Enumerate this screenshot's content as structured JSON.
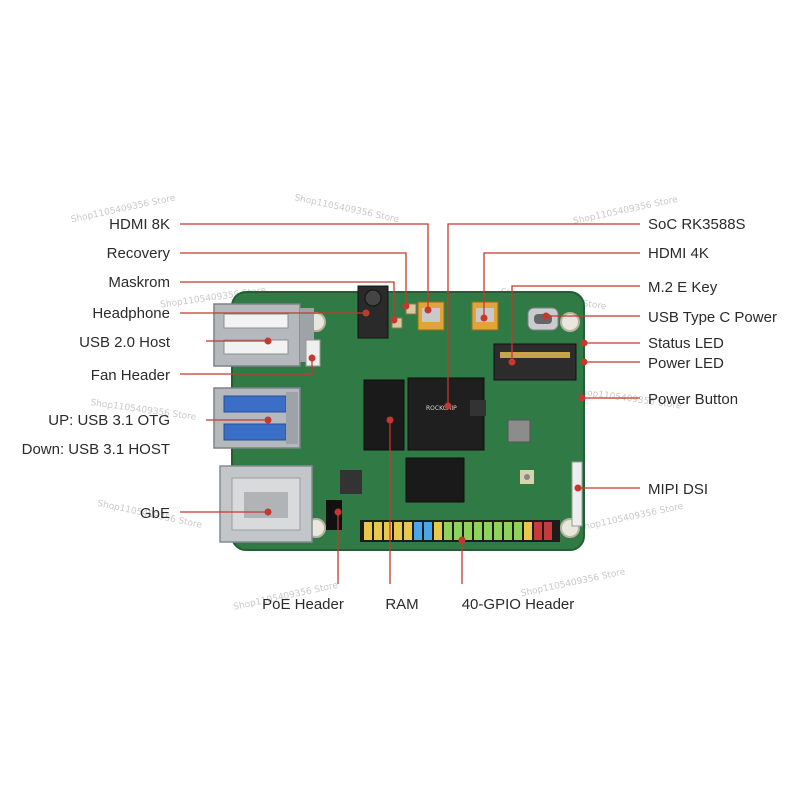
{
  "labels": {
    "hdmi_8k": "HDMI 8K",
    "recovery": "Recovery",
    "maskrom": "Maskrom",
    "headphone": "Headphone",
    "usb20_host": "USB 2.0 Host",
    "fan_header": "Fan Header",
    "usb31_otg": "UP: USB 3.1 OTG",
    "usb31_host": "Down: USB 3.1 HOST",
    "gbe": "GbE",
    "soc": "SoC RK3588S",
    "hdmi_4k": "HDMI 4K",
    "m2_ekey": "M.2 E Key",
    "usb_c_power": "USB Type C Power",
    "status_led": "Status LED",
    "power_led": "Power LED",
    "power_button": "Power Button",
    "mipi_dsi": "MIPI DSI",
    "poe_header": "PoE Header",
    "ram": "RAM",
    "gpio_header": "40-GPIO Header"
  },
  "chip_marking": "ROCKCHIP",
  "watermark": "Shop1105409356 Store",
  "colors": {
    "pcb": "#2f7a45",
    "leader": "#c6382f",
    "text": "#2b2b2b"
  }
}
